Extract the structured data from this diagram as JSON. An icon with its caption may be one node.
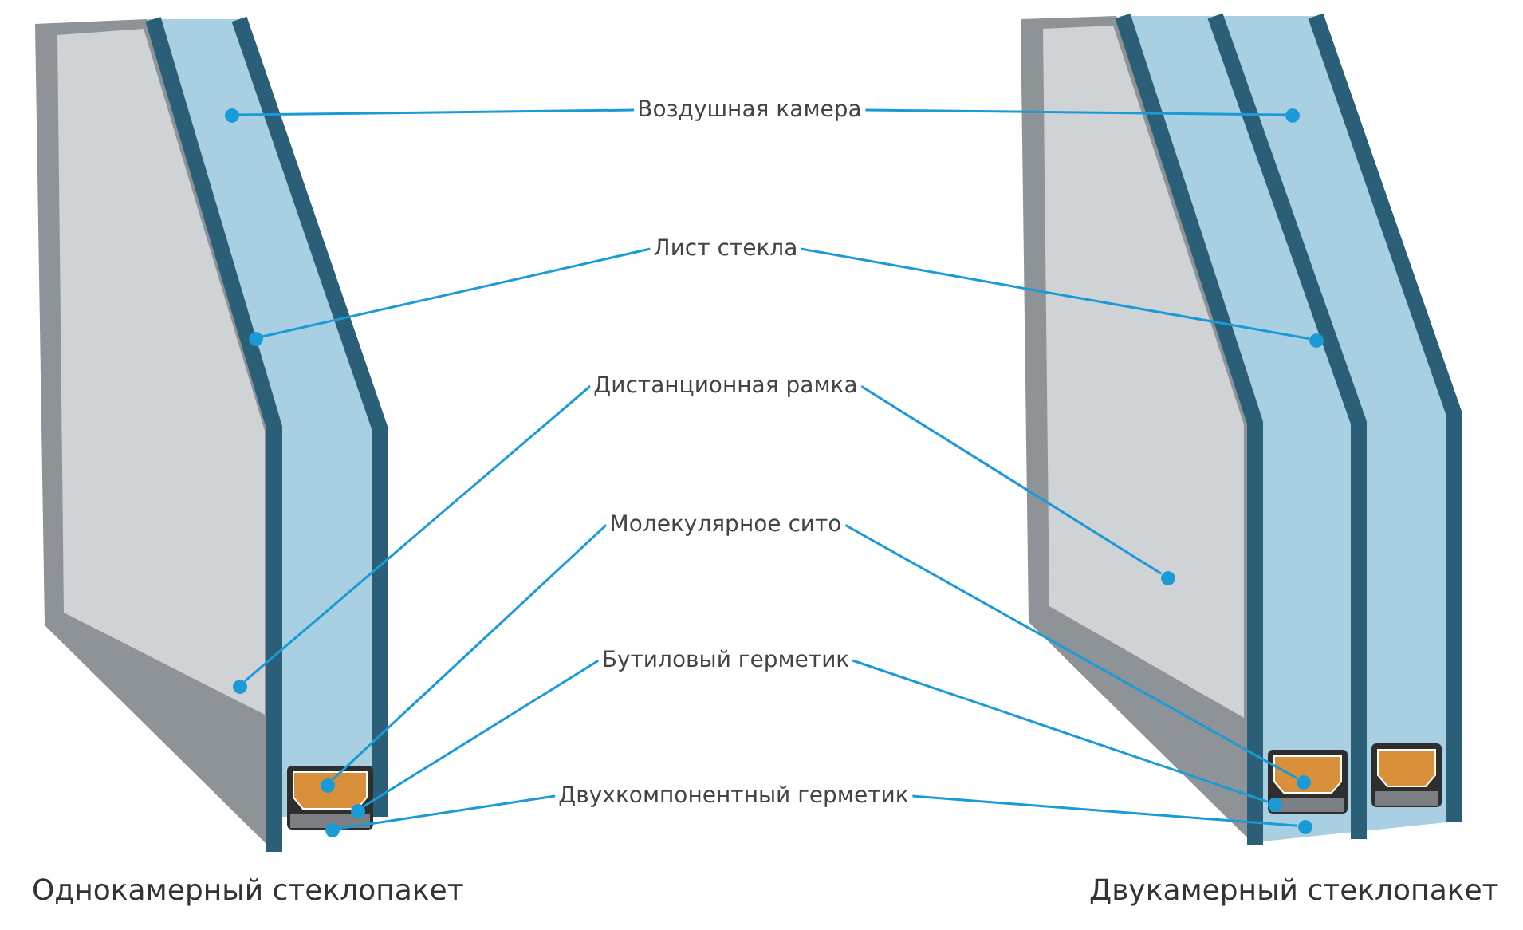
{
  "diagram": {
    "nodes": [
      {
        "text": [],
        "shape": "circle"
      },
      {
        "text": [],
        "shape": "circle"
      },
      {
        "text": [],
        "shape": "circle"
      },
      {
        "text": [],
        "shape": "circle"
      },
      {
        "text": [],
        "shape": "circle"
      },
      {
        "text": [],
        "shape": "circle"
      },
      {
        "text": [],
        "shape": "circle"
      },
      {
        "text": [],
        "shape": "circle"
      },
      {
        "text": [],
        "shape": "circle"
      },
      {
        "text": [],
        "shape": "circle"
      },
      {
        "text": [],
        "shape": "circle"
      },
      {
        "text": [],
        "shape": "circle"
      },
      {
        "text": [
          "Воздушная камера"
        ]
      },
      {
        "text": [
          "Лист стекла"
        ]
      },
      {
        "text": [
          "Дистанционная рамка"
        ]
      },
      {
        "text": [
          "Молекулярное сито"
        ]
      },
      {
        "text": [
          "Бутиловый герметик"
        ]
      },
      {
        "text": [
          "Двухкомпонентный герметик"
        ]
      }
    ],
    "edges": [
      {
        "from": 12,
        "to": 0,
        "arrow": "none"
      },
      {
        "from": 12,
        "to": 6,
        "arrow": "none"
      },
      {
        "from": 13,
        "to": 1,
        "arrow": "none"
      },
      {
        "from": 13,
        "to": 7,
        "arrow": "none"
      },
      {
        "from": 14,
        "to": 2,
        "arrow": "none"
      },
      {
        "from": 14,
        "to": 8,
        "arrow": "none"
      },
      {
        "from": 15,
        "to": 3,
        "arrow": "none"
      },
      {
        "from": 15,
        "to": 9,
        "arrow": "none"
      },
      {
        "from": 16,
        "to": 4,
        "arrow": "none"
      },
      {
        "from": 16,
        "to": 10,
        "arrow": "none"
      },
      {
        "from": 17,
        "to": 5,
        "arrow": "none"
      },
      {
        "from": 17,
        "to": 11,
        "arrow": "none"
      }
    ],
    "labels": [
      "Однокамерный стеклопакет",
      "Двукамерный стеклопакет"
    ]
  }
}
